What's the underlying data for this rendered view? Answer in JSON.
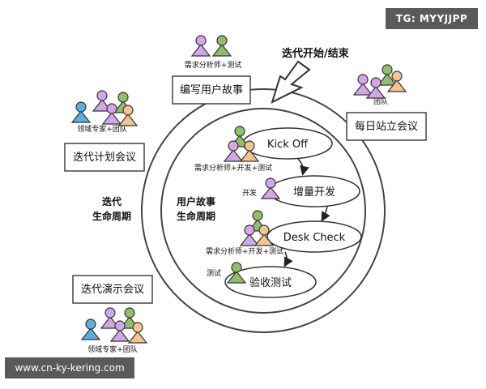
{
  "watermarks": {
    "top": "TG: MYYJJPP",
    "bottom": "www.cn-ky-kering.com"
  },
  "start_end_label": "迭代开始/结束",
  "iteration_cycle_label": [
    "迭代",
    "生命周期"
  ],
  "story_cycle_label": [
    "用户故事",
    "生命周期"
  ],
  "meetings": {
    "write_story": {
      "label": "编写用户故事",
      "people": "需求分析师+测试"
    },
    "iteration_planning": {
      "label": "迭代计划会议",
      "people": "领域专家+团队"
    },
    "daily_standup": {
      "label": "每日站立会议",
      "people": "团队"
    },
    "iteration_demo": {
      "label": "迭代演示会议",
      "people": "领域专家+团队"
    }
  },
  "stages": [
    {
      "label": "Kick Off",
      "people": "需求分析师+开发+测试"
    },
    {
      "label": "增量开发",
      "people": "开发"
    },
    {
      "label": "Desk Check",
      "people": "需求分析师+开发+测试"
    },
    {
      "label": "验收测试",
      "people": "测试"
    }
  ],
  "colors": {
    "blue": "#5aaee0",
    "purple": "#d4a6e8",
    "green": "#8fbf6a",
    "orange": "#f3c490"
  },
  "icons": [
    "person-icon",
    "down-arrow-icon",
    "flow-arrow-icon"
  ]
}
